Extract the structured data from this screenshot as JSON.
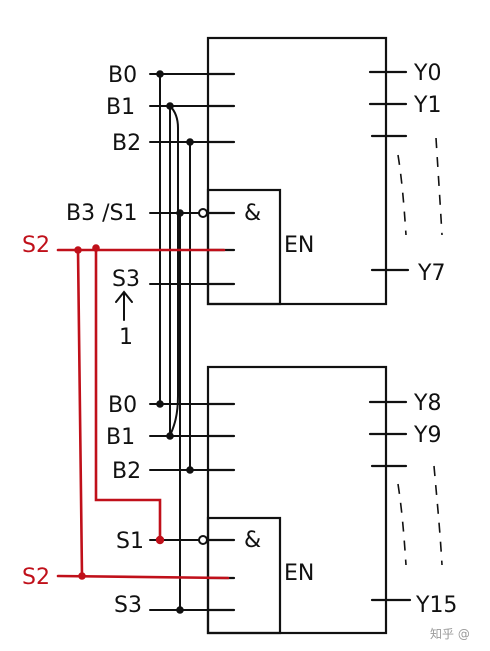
{
  "colors": {
    "ink": "#111111",
    "red": "#c0101a",
    "watermark": "#9a9a9a",
    "background": "#ffffff"
  },
  "left_labels": {
    "top": {
      "b0": "B0",
      "b1": "B1",
      "b2": "B2",
      "b3s1": "B3 /S1",
      "s3": "S3"
    },
    "bottom": {
      "b0": "B0",
      "b1": "B1",
      "b2": "B2",
      "s1": "S1",
      "s3": "S3"
    }
  },
  "s2_labels": {
    "top": "S2",
    "bottom": "S2"
  },
  "arrow_note": "1",
  "gate_labels": {
    "top_and": "&",
    "top_en": "EN",
    "bottom_and": "&",
    "bottom_en": "EN"
  },
  "outputs": {
    "top": [
      "Y0",
      "Y1",
      "Y7"
    ],
    "bottom": [
      "Y8",
      "Y9",
      "Y15"
    ]
  },
  "watermark": "知乎 @"
}
